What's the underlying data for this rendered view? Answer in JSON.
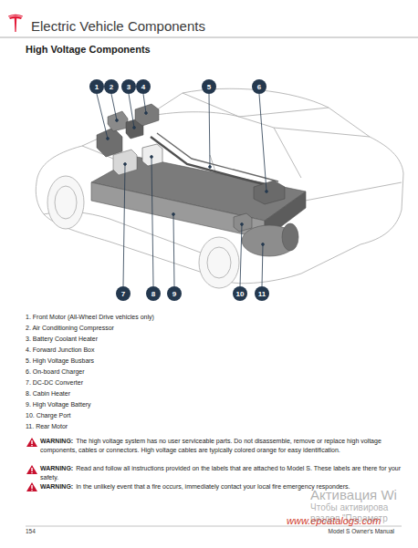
{
  "diagram": {
    "title": "Electric Vehicle Components",
    "nodes": [
      {
        "text": [
          "1"
        ]
      },
      {
        "text": [
          "2"
        ]
      },
      {
        "text": [
          "3"
        ]
      },
      {
        "text": [
          "4"
        ]
      },
      {
        "text": [
          "5"
        ]
      },
      {
        "text": [
          "6"
        ]
      },
      {
        "text": [
          "7"
        ]
      },
      {
        "text": [
          "8"
        ]
      },
      {
        "text": [
          "9"
        ]
      },
      {
        "text": [
          "10"
        ]
      },
      {
        "text": [
          "11"
        ]
      }
    ],
    "labels": [
      "High Voltage Components",
      "1. Front Motor (All-Wheel Drive vehicles only)",
      "2. Air Conditioning Compressor",
      "3. Battery Coolant Heater",
      "4. Forward Junction Box",
      "5. High Voltage Busbars",
      "6. On-board Charger",
      "7. DC-DC Converter",
      "8. Cabin Heater",
      "9. High Voltage Battery",
      "10. Charge Port",
      "11. Rear Motor",
      "WARNING:",
      "The high voltage system has no user serviceable parts. Do not disassemble, remove or replace high voltage components, cables or connectors. High voltage cables are typically colored orange for easy identification.",
      "WARNING:",
      "Read and follow all instructions provided on the labels that are attached to Model S. These labels are there for your safety.",
      "WARNING:",
      "In the unlikely event that a fire occurs, immediately contact your local fire emergency responders.",
      "154",
      "Model S Owner's Manual",
      "www.epcatalogs.com",
      "Активация Wi",
      "Чтобы активирова",
      "раздел \"Параметр"
    ]
  }
}
